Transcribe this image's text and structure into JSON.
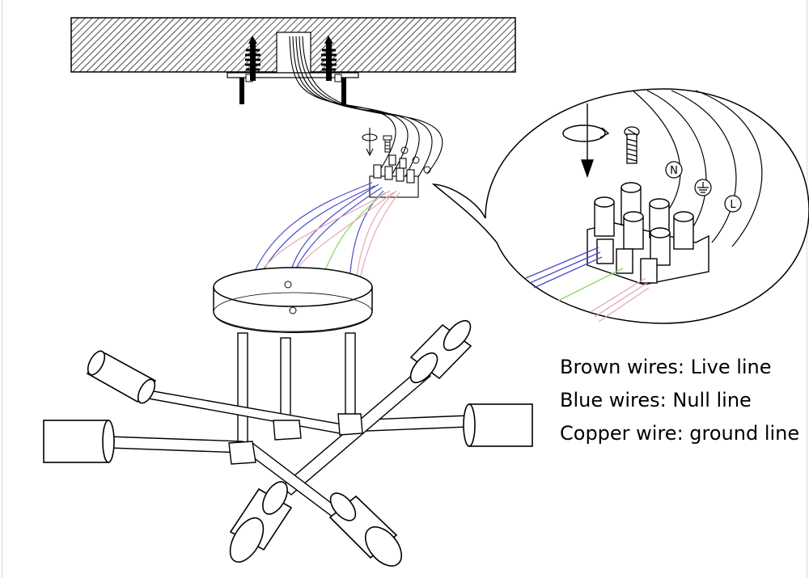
{
  "legend": {
    "brown": "Brown wires: Live line",
    "blue": "Blue wires: Null line",
    "copper": "Copper wire: ground line"
  },
  "terminal_marks": {
    "neutral": "N",
    "live": "L",
    "ground": "⏚"
  },
  "colors": {
    "live_wire": "#e3a9b6",
    "neutral_wire": "#4b4bc8",
    "ground_wire": "#8fd36a",
    "line": "#111111"
  },
  "icons": [
    "rotate-arrow-icon",
    "screw-icon",
    "bolt-icon",
    "ground-symbol-icon"
  ]
}
